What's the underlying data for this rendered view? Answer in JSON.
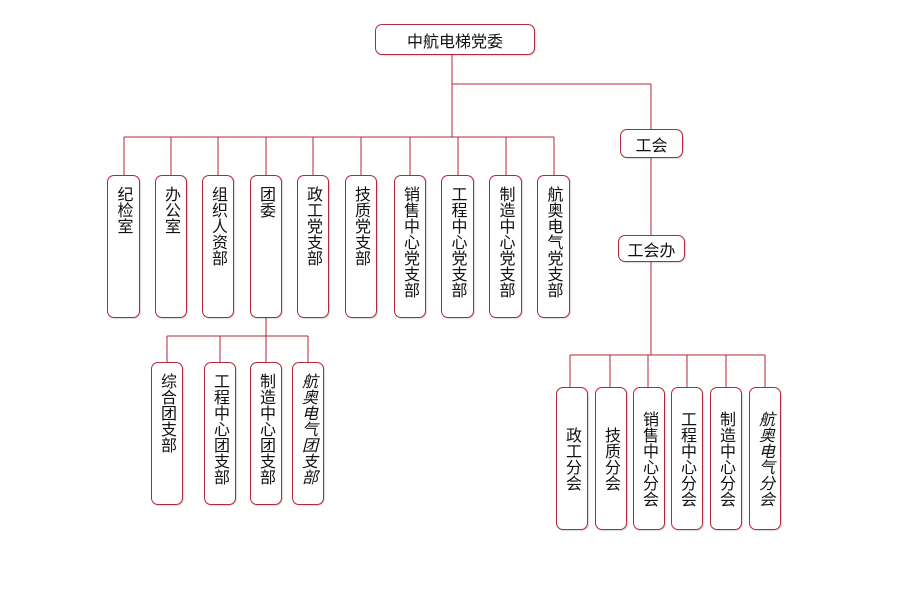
{
  "root": {
    "label": "中航电梯党委"
  },
  "party_branches": [
    {
      "label": "纪检室"
    },
    {
      "label": "办公室"
    },
    {
      "label": "组织人资部"
    },
    {
      "label": "团委"
    },
    {
      "label": "政工党支部"
    },
    {
      "label": "技质党支部"
    },
    {
      "label": "销售中心党支部"
    },
    {
      "label": "工程中心党支部"
    },
    {
      "label": "制造中心党支部"
    },
    {
      "label": "航奥电气党支部"
    }
  ],
  "league_branches": [
    {
      "label": "综合团支部"
    },
    {
      "label": "工程中心团支部"
    },
    {
      "label": "制造中心团支部"
    },
    {
      "label": "航奥电气团支部"
    }
  ],
  "union": {
    "label": "工会"
  },
  "union_office": {
    "label": "工会办"
  },
  "union_branches": [
    {
      "label": "政工分会"
    },
    {
      "label": "技质分会"
    },
    {
      "label": "销售中心分会"
    },
    {
      "label": "工程中心分会"
    },
    {
      "label": "制造中心分会"
    },
    {
      "label": "航奥电气分会"
    }
  ],
  "colors": {
    "line": "#b5263a",
    "border": "#b5263a",
    "text": "#111111"
  }
}
